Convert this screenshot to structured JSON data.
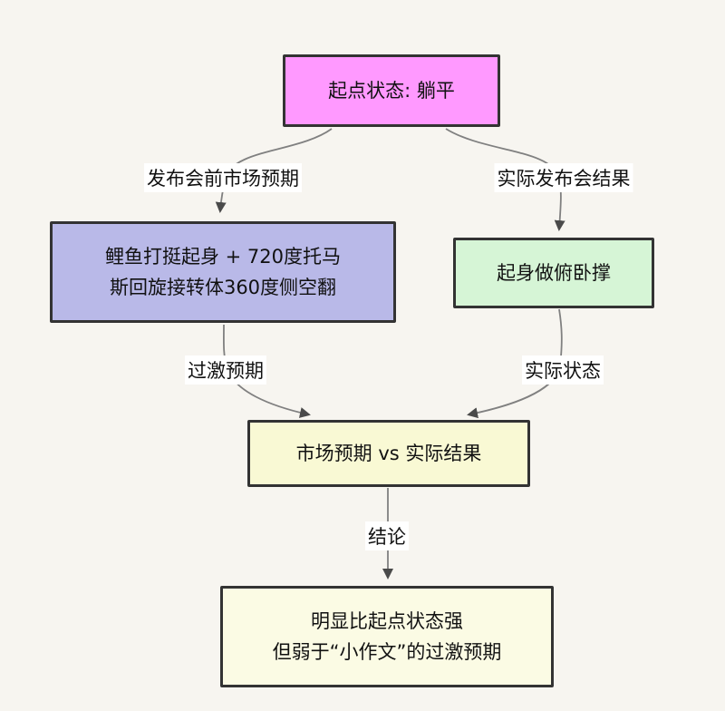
{
  "diagram": {
    "background": "#f7f5f0",
    "edge_color": "#808080",
    "arrow_color": "#4a4a4a",
    "node_border_color": "#333333",
    "nodes": {
      "start": {
        "label": "起点状态: 躺平",
        "fill": "#ff99ff"
      },
      "expectation": {
        "label": "鲤鱼打挺起身 + 720度托马\n斯回旋接转体360度侧空翻",
        "fill": "#b9b9e8"
      },
      "actual": {
        "label": "起身做俯卧撑",
        "fill": "#d6f5d6"
      },
      "compare": {
        "label": "市场预期 vs 实际结果",
        "fill": "#f9f9d4"
      },
      "conclusion": {
        "label": "明显比起点状态强\n但弱于“小作文”的过激预期",
        "fill": "#fbfbe4"
      }
    },
    "edge_labels": {
      "pre_event": "发布会前市场预期",
      "event_result": "实际发布会结果",
      "overhyped": "过激预期",
      "actual_state": "实际状态",
      "conclusion": "结论"
    }
  }
}
